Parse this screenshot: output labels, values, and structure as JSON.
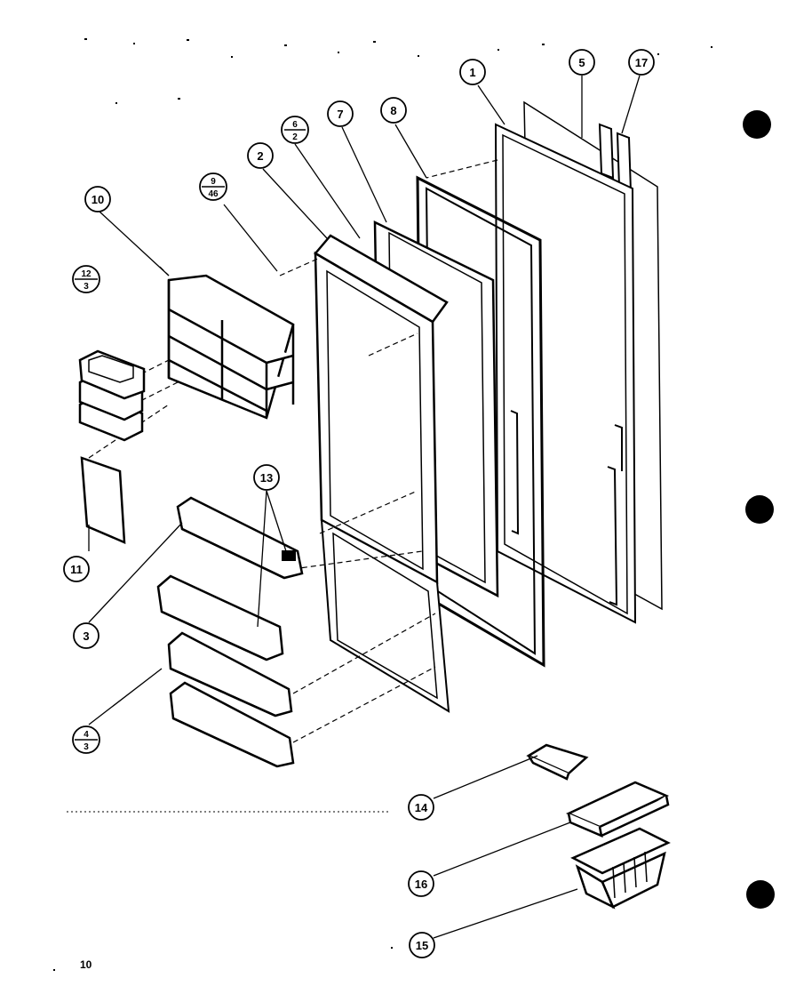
{
  "page_number": "10",
  "callouts": {
    "c1": "1",
    "c2": "2",
    "c3": "3",
    "c5": "5",
    "c7": "7",
    "c8": "8",
    "c10": "10",
    "c11": "11",
    "c13": "13",
    "c14": "14",
    "c15": "15",
    "c16": "16",
    "c17": "17",
    "c6_2": {
      "top": "6",
      "bottom": "2"
    },
    "c9_46": {
      "top": "9",
      "bottom": "46"
    },
    "c12_3": {
      "top": "12",
      "bottom": "3"
    },
    "c4_3": {
      "top": "4",
      "bottom": "3"
    }
  },
  "colors": {
    "ink": "#000000",
    "paper": "#ffffff"
  }
}
